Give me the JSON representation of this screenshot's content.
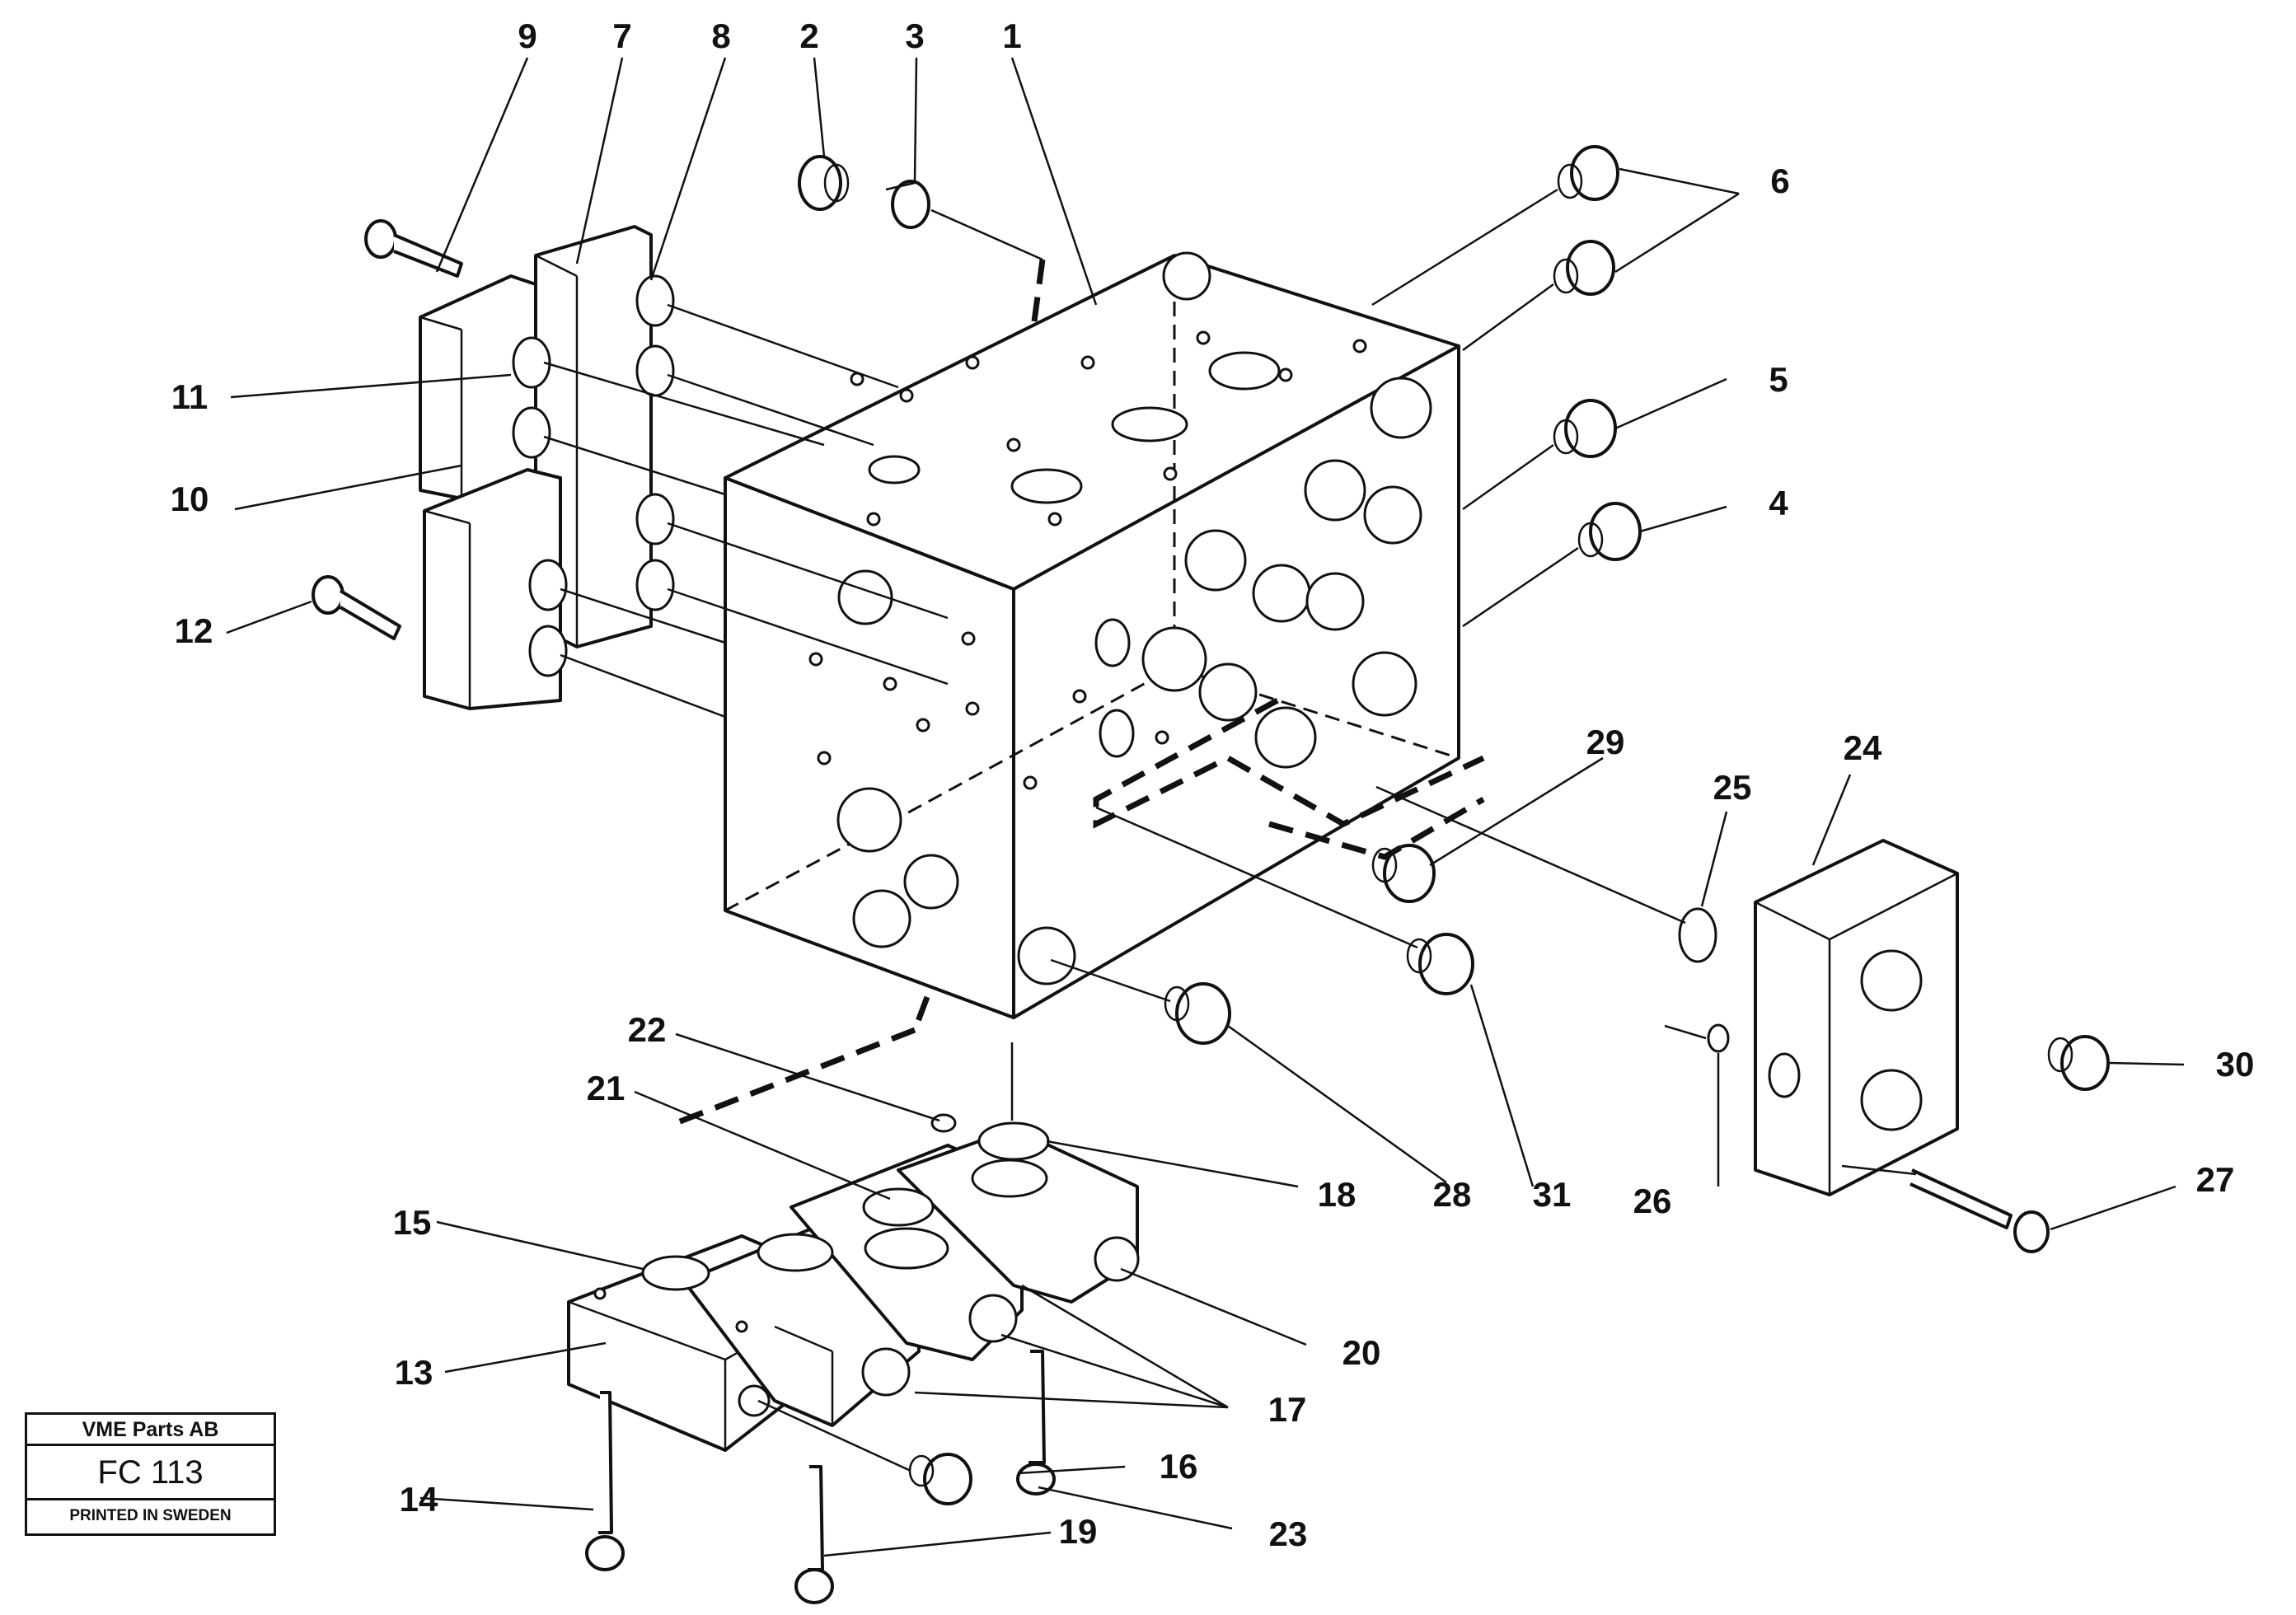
{
  "callouts": [
    {
      "id": "9",
      "text": "9"
    },
    {
      "id": "7",
      "text": "7"
    },
    {
      "id": "8",
      "text": "8"
    },
    {
      "id": "2",
      "text": "2"
    },
    {
      "id": "3",
      "text": "3"
    },
    {
      "id": "1",
      "text": "1"
    },
    {
      "id": "6",
      "text": "6"
    },
    {
      "id": "5",
      "text": "5"
    },
    {
      "id": "4",
      "text": "4"
    },
    {
      "id": "11",
      "text": "11"
    },
    {
      "id": "10",
      "text": "10"
    },
    {
      "id": "12",
      "text": "12"
    },
    {
      "id": "29",
      "text": "29"
    },
    {
      "id": "25",
      "text": "25"
    },
    {
      "id": "24",
      "text": "24"
    },
    {
      "id": "22",
      "text": "22"
    },
    {
      "id": "21",
      "text": "21"
    },
    {
      "id": "18",
      "text": "18"
    },
    {
      "id": "28",
      "text": "28"
    },
    {
      "id": "31",
      "text": "31"
    },
    {
      "id": "26",
      "text": "26"
    },
    {
      "id": "30",
      "text": "30"
    },
    {
      "id": "27",
      "text": "27"
    },
    {
      "id": "15",
      "text": "15"
    },
    {
      "id": "20",
      "text": "20"
    },
    {
      "id": "13",
      "text": "13"
    },
    {
      "id": "17",
      "text": "17"
    },
    {
      "id": "16",
      "text": "16"
    },
    {
      "id": "14",
      "text": "14"
    },
    {
      "id": "19",
      "text": "19"
    },
    {
      "id": "23",
      "text": "23"
    }
  ],
  "title_block": {
    "company": "VME Parts AB",
    "code": "FC 113",
    "printed": "PRINTED IN SWEDEN"
  }
}
